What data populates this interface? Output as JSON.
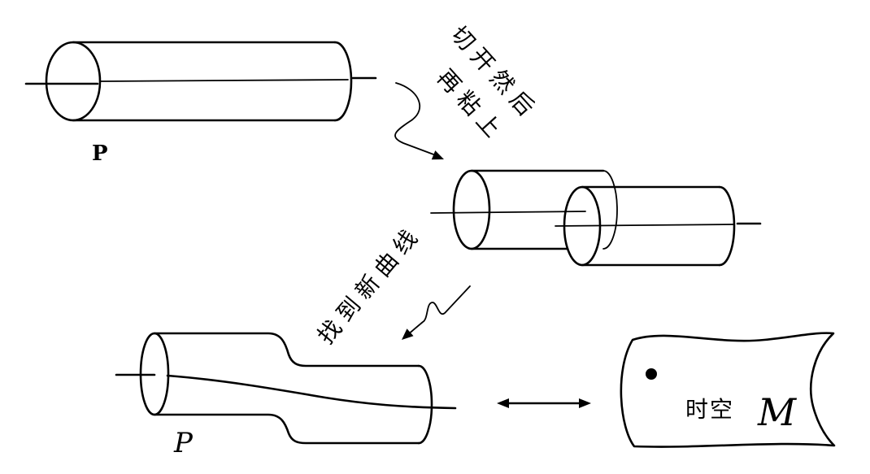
{
  "labels": {
    "original_surface": "P",
    "cut_step_line1": "切开然后",
    "cut_step_line2": "再粘上",
    "new_curve_step": "找到新曲线",
    "reglued_surface": "P",
    "spacetime_text": "时空",
    "spacetime_symbol": "M"
  },
  "colors": {
    "ink": "#000000",
    "background": "#ffffff"
  }
}
